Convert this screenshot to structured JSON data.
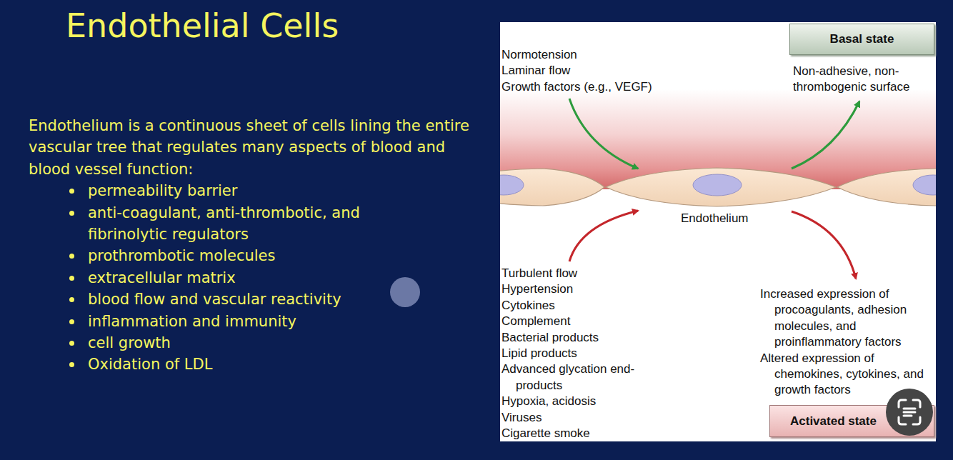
{
  "diagram": {
    "title": "Endothelial Cells",
    "nodes": [
      {
        "text": [
          "Basal state"
        ]
      },
      {
        "text": [
          "Activated state"
        ]
      }
    ],
    "labels": [
      "Endothelium is a continuous sheet of cells lining the entire vascular tree that regulates many aspects of blood and blood vessel function:",
      "permeability barrier",
      "anti-coagulant, anti-thrombotic, and fibrinolytic regulators",
      "prothrombotic molecules",
      "extracellular matrix",
      "blood flow and vascular reactivity",
      "inflammation and immunity",
      "cell growth",
      "Oxidation of LDL",
      "Normotension",
      "Laminar flow",
      "Growth factors (e.g., VEGF)",
      "Non-adhesive, non-thrombogenic surface",
      "Endothelium",
      "Turbulent flow",
      "Hypertension",
      "Cytokines",
      "Complement",
      "Bacterial products",
      "Lipid products",
      "Advanced glycation end-products",
      "Hypoxia, acidosis",
      "Viruses",
      "Cigarette smoke",
      "Increased expression of procoagulants, adhesion molecules, and proinflammatory factors",
      "Altered expression of chemokines, cytokines, and growth factors"
    ]
  }
}
